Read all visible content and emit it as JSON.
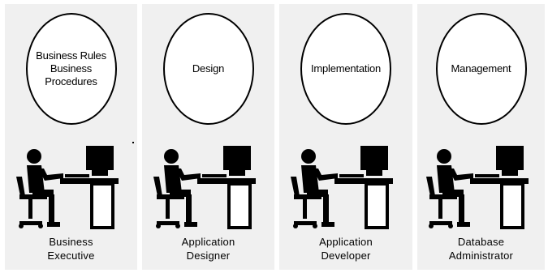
{
  "roles": [
    {
      "circle_lines": [
        "Business Rules",
        "Business",
        "Procedures"
      ],
      "label_lines": [
        "Business",
        "Executive"
      ]
    },
    {
      "circle_lines": [
        "Design"
      ],
      "label_lines": [
        "Application",
        "Designer"
      ]
    },
    {
      "circle_lines": [
        "Implementation"
      ],
      "label_lines": [
        "Application",
        "Developer"
      ]
    },
    {
      "circle_lines": [
        "Management"
      ],
      "label_lines": [
        "Database",
        "Administrator"
      ]
    }
  ],
  "colors": {
    "panel_background": "#f0f0f0",
    "outline": "#000000"
  },
  "icons": {
    "workstation": "person-at-computer-icon"
  }
}
